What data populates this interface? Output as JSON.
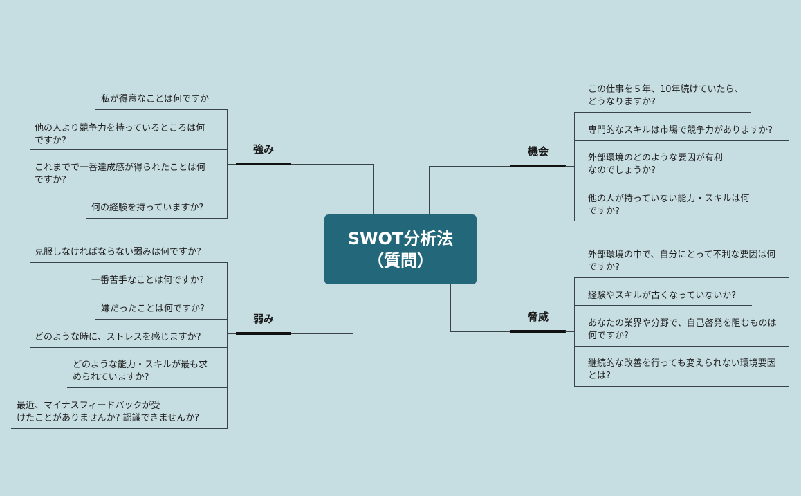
{
  "central": {
    "line1": "SWOT分析法",
    "line2": "（質問）"
  },
  "colors": {
    "background": "#c6dde2",
    "central_node": "#22687a",
    "line": "#3a4448",
    "bar": "#111111"
  },
  "strengths": {
    "label": "強み",
    "items": [
      "私が得意なことは何ですか",
      "他の人より競争力を持っているところは何\nですか?",
      "これまでで一番達成感が得られたことは何\nですか?",
      "何の経験を持っていますか?"
    ]
  },
  "weaknesses": {
    "label": "弱み",
    "items": [
      "克服しなければならない弱みは何ですか?",
      "一番苦手なことは何ですか?",
      "嫌だったことは何ですか?",
      "どのような時に、ストレスを感じますか?",
      "どのような能力・スキルが最も求\nめられていますか?",
      "最近、マイナスフィードバックが受\nけたことがありませんか?  認識できませんか?"
    ]
  },
  "opportunities": {
    "label": "機会",
    "items": [
      "この仕事を５年、10年続けていたら、\nどうなりますか?",
      "専門的なスキルは市場で競争力がありますか?",
      "外部環境のどのような要因が有利\nなのでしょうか?",
      "他の人が持っていない能力・スキルは何\nですか?"
    ]
  },
  "threats": {
    "label": "脅威",
    "items": [
      "外部環境の中で、自分にとって不利な要因は何\nですか?",
      "経験やスキルが古くなっていないか?",
      "あなたの業界や分野で、自己啓発を阻むものは\n何ですか?",
      "継続的な改善を行っても変えられない環境要因\nとは?"
    ]
  }
}
